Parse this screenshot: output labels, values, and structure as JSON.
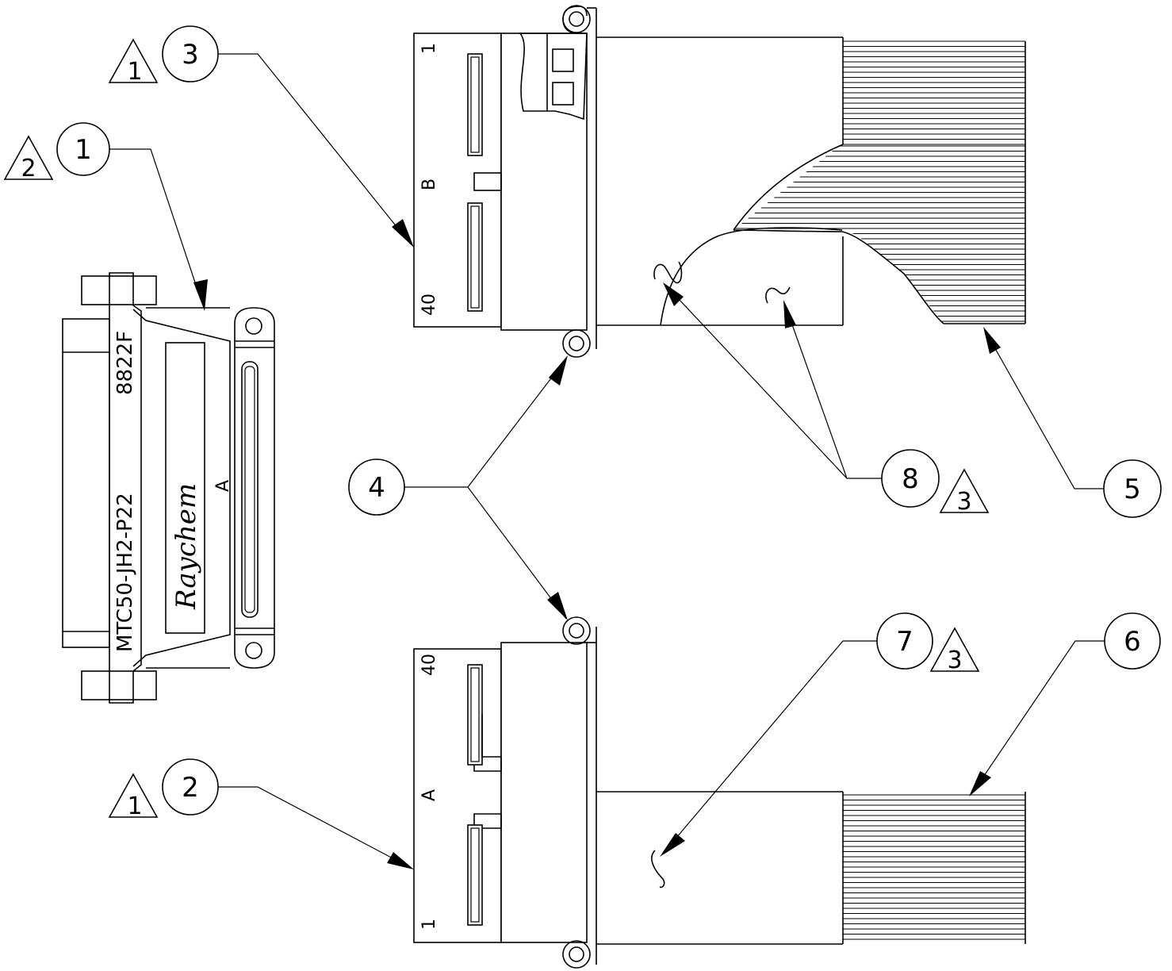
{
  "callouts": {
    "c1": "1",
    "c2": "2",
    "c3": "3",
    "c4": "4",
    "c5": "5",
    "c6": "6",
    "c7": "7",
    "c8": "8"
  },
  "flags": {
    "f1_top": "1",
    "f1_bottom": "1",
    "f2": "2",
    "f3_item8": "3",
    "f3_item7": "3"
  },
  "connector_body": {
    "part_number": "MTC50-JH2-P22",
    "date_code": "8822F",
    "brand": "Raychem",
    "side_mark": "A"
  },
  "top_connector": {
    "pin_first": "1",
    "pin_last": "40",
    "side_mark": "B"
  },
  "bottom_connector": {
    "pin_first": "1",
    "pin_last": "40",
    "side_mark": "A"
  }
}
